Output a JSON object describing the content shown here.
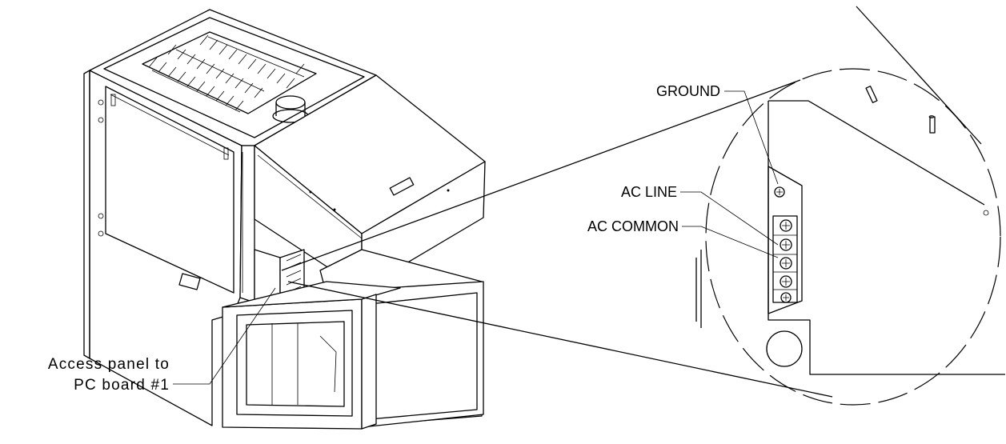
{
  "labels": {
    "ground": "GROUND",
    "ac_line": "AC LINE",
    "ac_common": "AC COMMON",
    "access_line1": "Access panel to",
    "access_line2": "PC board #1"
  }
}
